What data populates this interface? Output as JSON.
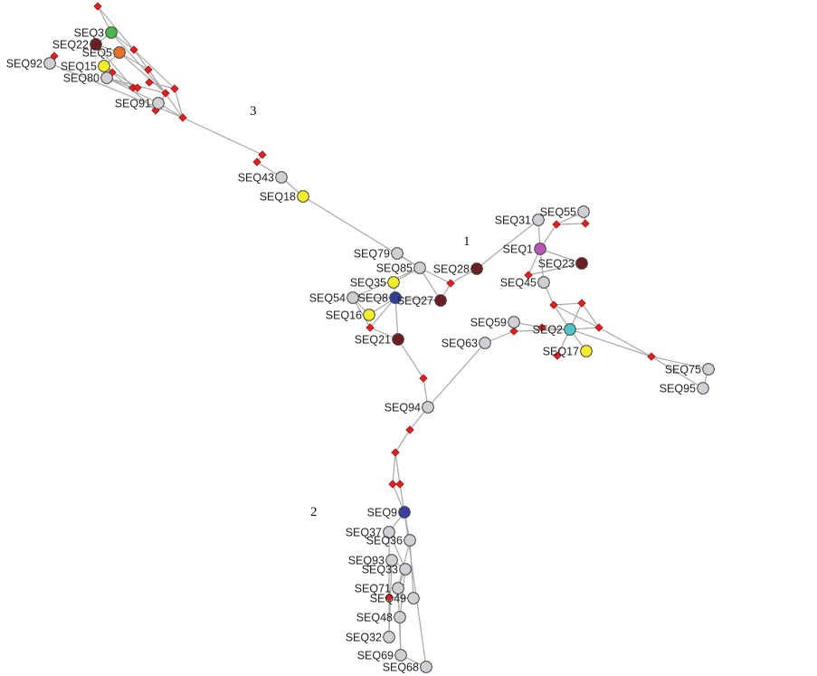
{
  "colors": {
    "gray": "#cfd0d4",
    "darkred": "#6b1f22",
    "green": "#4cb84c",
    "orange": "#e8702a",
    "yellow": "#f2ee2a",
    "blue": "#2f3f9a",
    "purple": "#b45ab4",
    "cyan": "#4fc4c8",
    "indigo": "#3d3d9a",
    "junction": "#e02020",
    "edge": "#a8a8a8"
  },
  "clusters": [
    {
      "id": "c1",
      "label": "1"
    },
    {
      "id": "c2",
      "label": "2"
    },
    {
      "id": "c3",
      "label": "3"
    }
  ],
  "nodes": [
    {
      "id": "SEQ3",
      "label": "SEQ3",
      "color": "green"
    },
    {
      "id": "SEQ22",
      "label": "SEQ22",
      "color": "darkred"
    },
    {
      "id": "SEQ5",
      "label": "SEQ5",
      "color": "orange"
    },
    {
      "id": "SEQ15",
      "label": "SEQ15",
      "color": "yellow"
    },
    {
      "id": "SEQ92",
      "label": "SEQ92",
      "color": "gray"
    },
    {
      "id": "SEQ80",
      "label": "SEQ80",
      "color": "gray"
    },
    {
      "id": "SEQ91",
      "label": "SEQ91",
      "color": "gray"
    },
    {
      "id": "SEQ43",
      "label": "SEQ43",
      "color": "gray"
    },
    {
      "id": "SEQ18",
      "label": "SEQ18",
      "color": "yellow"
    },
    {
      "id": "SEQ79",
      "label": "SEQ79",
      "color": "gray"
    },
    {
      "id": "SEQ85",
      "label": "SEQ85",
      "color": "gray"
    },
    {
      "id": "SEQ28",
      "label": "SEQ28",
      "color": "darkred"
    },
    {
      "id": "SEQ35",
      "label": "SEQ35",
      "color": "yellow"
    },
    {
      "id": "SEQ54",
      "label": "SEQ54",
      "color": "gray"
    },
    {
      "id": "SEQ8",
      "label": "SEQ8",
      "color": "blue"
    },
    {
      "id": "SEQ27",
      "label": "SEQ27",
      "color": "darkred"
    },
    {
      "id": "SEQ16",
      "label": "SEQ16",
      "color": "yellow"
    },
    {
      "id": "SEQ21",
      "label": "SEQ21",
      "color": "darkred"
    },
    {
      "id": "SEQ31",
      "label": "SEQ31",
      "color": "gray"
    },
    {
      "id": "SEQ55",
      "label": "SEQ55",
      "color": "gray"
    },
    {
      "id": "SEQ1",
      "label": "SEQ1",
      "color": "purple"
    },
    {
      "id": "SEQ23",
      "label": "SEQ23",
      "color": "darkred"
    },
    {
      "id": "SEQ45",
      "label": "SEQ45",
      "color": "gray"
    },
    {
      "id": "SEQ59",
      "label": "SEQ59",
      "color": "gray"
    },
    {
      "id": "SEQ2",
      "label": "SEQ2",
      "color": "cyan"
    },
    {
      "id": "SEQ17",
      "label": "SEQ17",
      "color": "yellow"
    },
    {
      "id": "SEQ63",
      "label": "SEQ63",
      "color": "gray"
    },
    {
      "id": "SEQ75",
      "label": "SEQ75",
      "color": "gray"
    },
    {
      "id": "SEQ95",
      "label": "SEQ95",
      "color": "gray"
    },
    {
      "id": "SEQ94",
      "label": "SEQ94",
      "color": "gray"
    },
    {
      "id": "SEQ9",
      "label": "SEQ9",
      "color": "indigo"
    },
    {
      "id": "SEQ37",
      "label": "SEQ37",
      "color": "gray"
    },
    {
      "id": "SEQ36",
      "label": "SEQ36",
      "color": "gray"
    },
    {
      "id": "SEQ93",
      "label": "SEQ93",
      "color": "gray"
    },
    {
      "id": "SEQ33",
      "label": "SEQ33",
      "color": "gray"
    },
    {
      "id": "SEQ71",
      "label": "SEQ71",
      "color": "gray"
    },
    {
      "id": "SEQ49",
      "label": "SEQ49",
      "color": "gray"
    },
    {
      "id": "SEQ48",
      "label": "SEQ48",
      "color": "gray"
    },
    {
      "id": "SEQ32",
      "label": "SEQ32",
      "color": "gray"
    },
    {
      "id": "SEQ69",
      "label": "SEQ69",
      "color": "gray"
    },
    {
      "id": "SEQ68",
      "label": "SEQ68",
      "color": "gray"
    }
  ],
  "edges": [
    [
      "j1",
      "SEQ3"
    ],
    [
      "j1",
      "j2"
    ],
    [
      "SEQ3",
      "SEQ22"
    ],
    [
      "SEQ3",
      "j2"
    ],
    [
      "SEQ3",
      "j9"
    ],
    [
      "SEQ22",
      "SEQ5"
    ],
    [
      "SEQ22",
      "j6"
    ],
    [
      "SEQ5",
      "j4"
    ],
    [
      "SEQ5",
      "SEQ15"
    ],
    [
      "SEQ5",
      "j9"
    ],
    [
      "j2",
      "j4"
    ],
    [
      "j2",
      "j10"
    ],
    [
      "j4",
      "j12"
    ],
    [
      "j4",
      "j9"
    ],
    [
      "SEQ15",
      "j5"
    ],
    [
      "SEQ15",
      "j7"
    ],
    [
      "j5",
      "j11"
    ],
    [
      "SEQ80",
      "j6"
    ],
    [
      "SEQ80",
      "j9"
    ],
    [
      "SEQ92",
      "j12"
    ],
    [
      "j3",
      "SEQ92"
    ],
    [
      "SEQ80",
      "SEQ91"
    ],
    [
      "SEQ91",
      "j12"
    ],
    [
      "j10",
      "j12"
    ],
    [
      "j9",
      "j11"
    ],
    [
      "SEQ91",
      "j11"
    ],
    [
      "j8",
      "j10"
    ],
    [
      "j12",
      "j14"
    ],
    [
      "j14",
      "j13"
    ],
    [
      "j13",
      "SEQ43"
    ],
    [
      "SEQ43",
      "SEQ18"
    ],
    [
      "SEQ18",
      "SEQ85"
    ],
    [
      "SEQ85",
      "SEQ79"
    ],
    [
      "SEQ85",
      "SEQ35"
    ],
    [
      "SEQ85",
      "j15"
    ],
    [
      "j15",
      "SEQ28"
    ],
    [
      "SEQ85",
      "SEQ27"
    ],
    [
      "SEQ27",
      "j15"
    ],
    [
      "SEQ28",
      "SEQ31"
    ],
    [
      "SEQ31",
      "SEQ1"
    ],
    [
      "SEQ1",
      "j17"
    ],
    [
      "j17",
      "SEQ55"
    ],
    [
      "j17",
      "j18"
    ],
    [
      "SEQ55",
      "j18"
    ],
    [
      "SEQ1",
      "SEQ23"
    ],
    [
      "SEQ1",
      "j19"
    ],
    [
      "j19",
      "SEQ23"
    ],
    [
      "SEQ1",
      "SEQ45"
    ],
    [
      "SEQ45",
      "j20"
    ],
    [
      "j20",
      "j21"
    ],
    [
      "j20",
      "j22"
    ],
    [
      "j21",
      "j22"
    ],
    [
      "j21",
      "SEQ2"
    ],
    [
      "j20",
      "SEQ2"
    ],
    [
      "SEQ2",
      "j22"
    ],
    [
      "SEQ2",
      "j24"
    ],
    [
      "SEQ59",
      "j24"
    ],
    [
      "SEQ2",
      "j23"
    ],
    [
      "j23",
      "SEQ59"
    ],
    [
      "j23",
      "SEQ63"
    ],
    [
      "SEQ63",
      "SEQ94"
    ],
    [
      "SEQ2",
      "SEQ17"
    ],
    [
      "SEQ2",
      "j25"
    ],
    [
      "SEQ2",
      "j26"
    ],
    [
      "j22",
      "j26"
    ],
    [
      "j26",
      "SEQ75"
    ],
    [
      "j26",
      "SEQ95"
    ],
    [
      "SEQ75",
      "SEQ95"
    ],
    [
      "SEQ8",
      "SEQ35"
    ],
    [
      "SEQ8",
      "SEQ54"
    ],
    [
      "SEQ8",
      "SEQ16"
    ],
    [
      "SEQ8",
      "SEQ21"
    ],
    [
      "SEQ8",
      "j16"
    ],
    [
      "SEQ8",
      "SEQ27"
    ],
    [
      "SEQ54",
      "SEQ85"
    ],
    [
      "SEQ54",
      "j16"
    ],
    [
      "SEQ16",
      "SEQ54"
    ],
    [
      "j16",
      "SEQ21"
    ],
    [
      "SEQ21",
      "j27"
    ],
    [
      "j27",
      "SEQ94"
    ],
    [
      "SEQ94",
      "j28"
    ],
    [
      "j28",
      "j29"
    ],
    [
      "j29",
      "j30"
    ],
    [
      "j29",
      "j31"
    ],
    [
      "j30",
      "j31"
    ],
    [
      "j31",
      "SEQ9"
    ],
    [
      "j30",
      "SEQ9"
    ],
    [
      "SEQ9",
      "SEQ37"
    ],
    [
      "SEQ9",
      "SEQ36"
    ],
    [
      "SEQ9",
      "SEQ68"
    ],
    [
      "SEQ37",
      "SEQ33"
    ],
    [
      "SEQ37",
      "SEQ32"
    ],
    [
      "SEQ36",
      "SEQ49"
    ],
    [
      "SEQ36",
      "SEQ71"
    ],
    [
      "SEQ93",
      "SEQ33"
    ],
    [
      "SEQ33",
      "SEQ48"
    ],
    [
      "SEQ33",
      "SEQ71"
    ],
    [
      "SEQ71",
      "SEQ69"
    ],
    [
      "SEQ49",
      "j32"
    ],
    [
      "SEQ48",
      "SEQ69"
    ],
    [
      "SEQ69",
      "SEQ68"
    ],
    [
      "SEQ93",
      "SEQ32"
    ]
  ]
}
